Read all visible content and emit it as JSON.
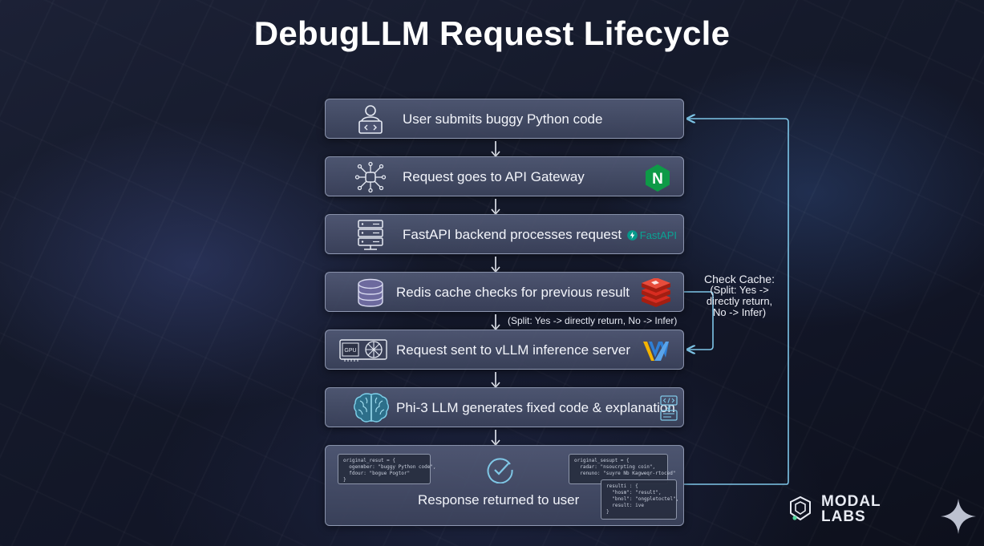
{
  "title": "DebugLLM Request Lifecycle",
  "steps": [
    {
      "label": "User submits buggy Python code",
      "icon": "user-laptop-icon"
    },
    {
      "label": "Request goes to API Gateway",
      "icon": "network-hub-icon",
      "logo": "nginx-logo",
      "logo_text": "N"
    },
    {
      "label": "FastAPI backend processes request",
      "icon": "server-rack-icon",
      "logo": "fastapi-logo",
      "logo_text": "FastAPI"
    },
    {
      "label": "Redis cache checks for previous result",
      "icon": "database-icon",
      "logo": "redis-logo"
    },
    {
      "label": "Request sent to vLLM inference server",
      "icon": "gpu-card-icon",
      "icon_text": "GPU",
      "logo": "vllm-logo"
    },
    {
      "label": "Phi-3 LLM generates fixed code & explanation",
      "icon": "brain-icon",
      "logo": "code-doc-icon"
    },
    {
      "label": "Response returned to user",
      "icon": "checkmark-circle-icon"
    }
  ],
  "split_note": "(Split: Yes -> directly return, No -> Infer)",
  "cache_note": [
    "Check Cache:",
    "(Split: Yes ->",
    "directly return,",
    "No -> Infer)"
  ],
  "code_snippets": {
    "left": "original_resut = {\n  ogenmber: \"buggy Python code\",\n  fdour: \"bogue Pogtor\"\n}",
    "right_top": "original_sesupt = {\n  radar: \"nsoucrpting coin\",\n  renuno: \"suyre Nb Kagweqr-rtoced\"",
    "right_bottom": "resulti : {\n  \"hosm\": \"result\",\n  \"bnol\": \"ongpletoctel\",\n  result: ive\n}"
  },
  "brand": {
    "line1": "MODAL",
    "line2": "LABS",
    "icon": "modal-labs-logo"
  },
  "colors": {
    "connector": "#7ec6e8",
    "arrow": "#e8ecf5",
    "nginx": "#0e9a47",
    "fastapi": "#05998b",
    "redis": "#d82c20",
    "vllm_blue": "#2f7fd6",
    "vllm_yellow": "#f4b400"
  }
}
